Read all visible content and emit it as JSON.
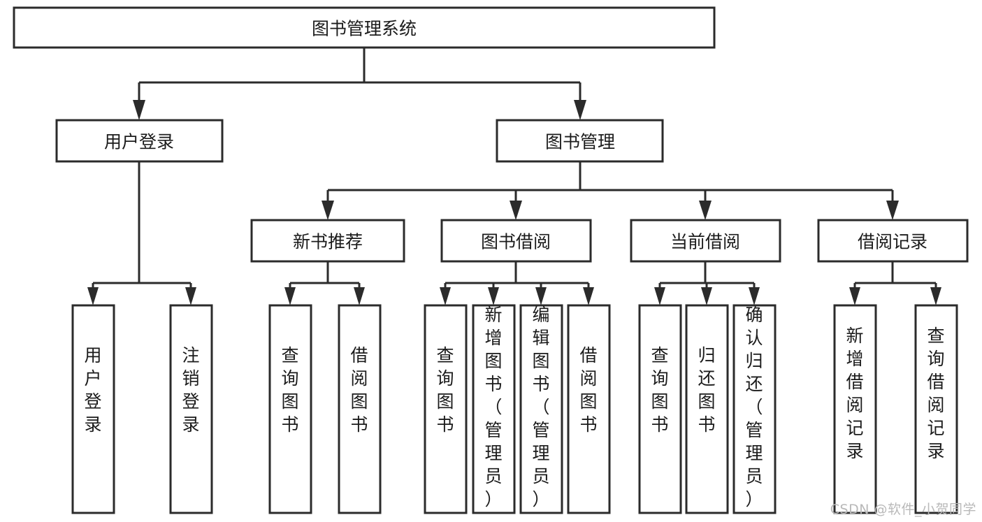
{
  "diagram": {
    "kind": "tree-hierarchy-chart",
    "title": "图书管理系统",
    "stroke_color": "#2b2b2b",
    "text_color": "#1b1b1b",
    "background_color": "#ffffff",
    "levels": {
      "root": "图书管理系统",
      "level2": [
        "用户登录",
        "图书管理"
      ],
      "level3": [
        "新书推荐",
        "图书借阅",
        "当前借阅",
        "借阅记录"
      ]
    },
    "nodes": {
      "root": {
        "label": "图书管理系统"
      },
      "user_login": {
        "label": "用户登录"
      },
      "book_manage": {
        "label": "图书管理"
      },
      "new_book_rec": {
        "label": "新书推荐"
      },
      "book_borrow": {
        "label": "图书借阅"
      },
      "current_borrow": {
        "label": "当前借阅"
      },
      "borrow_record": {
        "label": "借阅记录"
      },
      "leaf_user_login": {
        "label": "用户登录"
      },
      "leaf_logout": {
        "label": "注销登录"
      },
      "leaf_query_book_1": {
        "label": "查询图书"
      },
      "leaf_borrow_book_1": {
        "label": "借阅图书"
      },
      "leaf_query_book_2": {
        "label": "查询图书"
      },
      "leaf_add_book": {
        "label": "新增图书（管理员）"
      },
      "leaf_edit_book": {
        "label": "编辑图书（管理员）"
      },
      "leaf_borrow_book_2": {
        "label": "借阅图书"
      },
      "leaf_query_book_3": {
        "label": "查询图书"
      },
      "leaf_return_book": {
        "label": "归还图书"
      },
      "leaf_confirm_return": {
        "label": "确认归还（管理员）"
      },
      "leaf_add_record": {
        "label": "新增借阅记录"
      },
      "leaf_query_record": {
        "label": "查询借阅记录"
      }
    }
  },
  "watermark": {
    "text": "CSDN @软件_小贺同学"
  }
}
